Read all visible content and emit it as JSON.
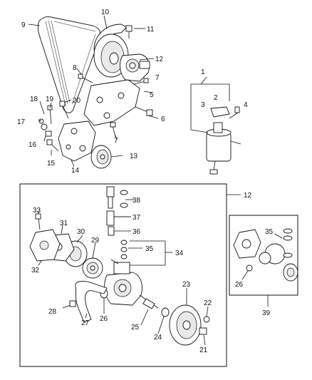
{
  "labels": {
    "l1": "1",
    "l2": "2",
    "l3": "3",
    "l4": "4",
    "l5": "5",
    "l6": "6",
    "l7a": "7",
    "l7b": "7",
    "l8": "8",
    "l9": "9",
    "l10": "10",
    "l11": "11",
    "l12a": "12",
    "l12b": "12",
    "l13": "13",
    "l14": "14",
    "l15": "15",
    "l16": "16",
    "l17": "17",
    "l18": "18",
    "l19": "19",
    "l20": "20",
    "l21": "21",
    "l22": "22",
    "l23": "23",
    "l24": "24",
    "l25": "25",
    "l26a": "26",
    "l26b": "26",
    "l27": "27",
    "l28": "28",
    "l29": "29",
    "l30": "30",
    "l31": "31",
    "l32": "32",
    "l33": "33",
    "l34": "34",
    "l35a": "35",
    "l35b": "35",
    "l36": "36",
    "l37": "37",
    "l38": "38",
    "l39": "39"
  }
}
